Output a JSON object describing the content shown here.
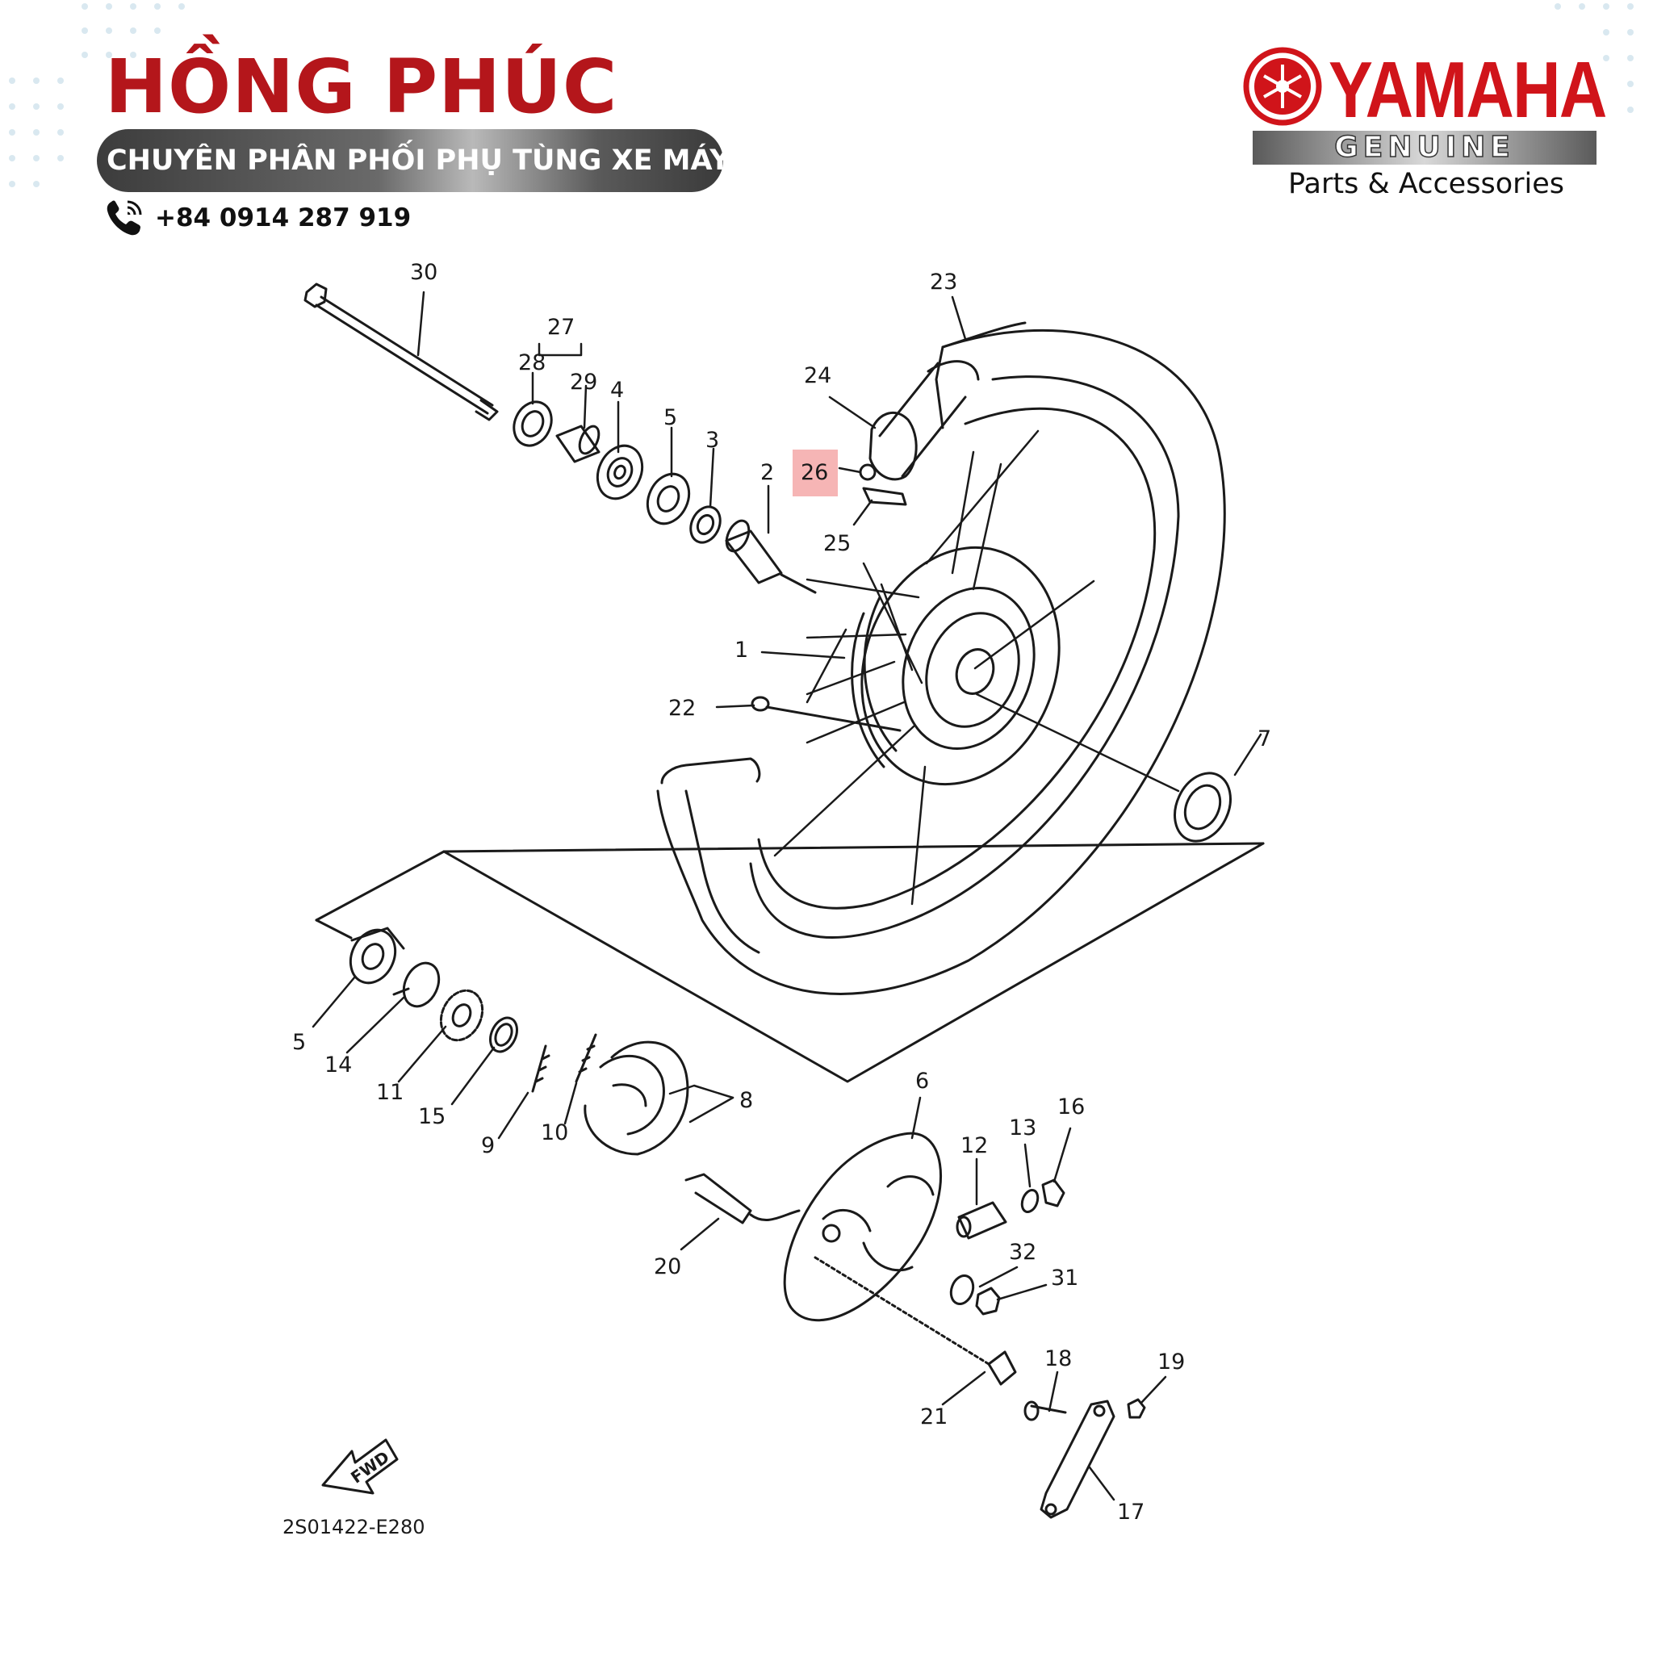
{
  "brand": {
    "title": "HỒNG PHÚC",
    "tagline": "CHUYÊN PHÂN PHỐI PHỤ TÙNG XE MÁY",
    "phone": "+84 0914 287 919"
  },
  "logo": {
    "word": "YAMAHA",
    "bar": "GENUINE",
    "sub": "Parts & Accessories",
    "emblem": "yamaha-tuning-fork-emblem"
  },
  "colors": {
    "brand_red": "#b4161b",
    "yamaha_red": "#d0141a",
    "highlight": "#f4a3a3",
    "ink": "#1a1a1a"
  },
  "diagram": {
    "code": "2S01422-E280",
    "fwd": "FWD",
    "highlighted_part": "26",
    "labels": [
      "30",
      "27",
      "28",
      "29",
      "4",
      "5",
      "3",
      "2",
      "26",
      "24",
      "23",
      "25",
      "1",
      "22",
      "7",
      "5",
      "14",
      "11",
      "15",
      "9",
      "10",
      "8",
      "6",
      "12",
      "13",
      "16",
      "20",
      "32",
      "31",
      "21",
      "18",
      "19",
      "17"
    ]
  }
}
